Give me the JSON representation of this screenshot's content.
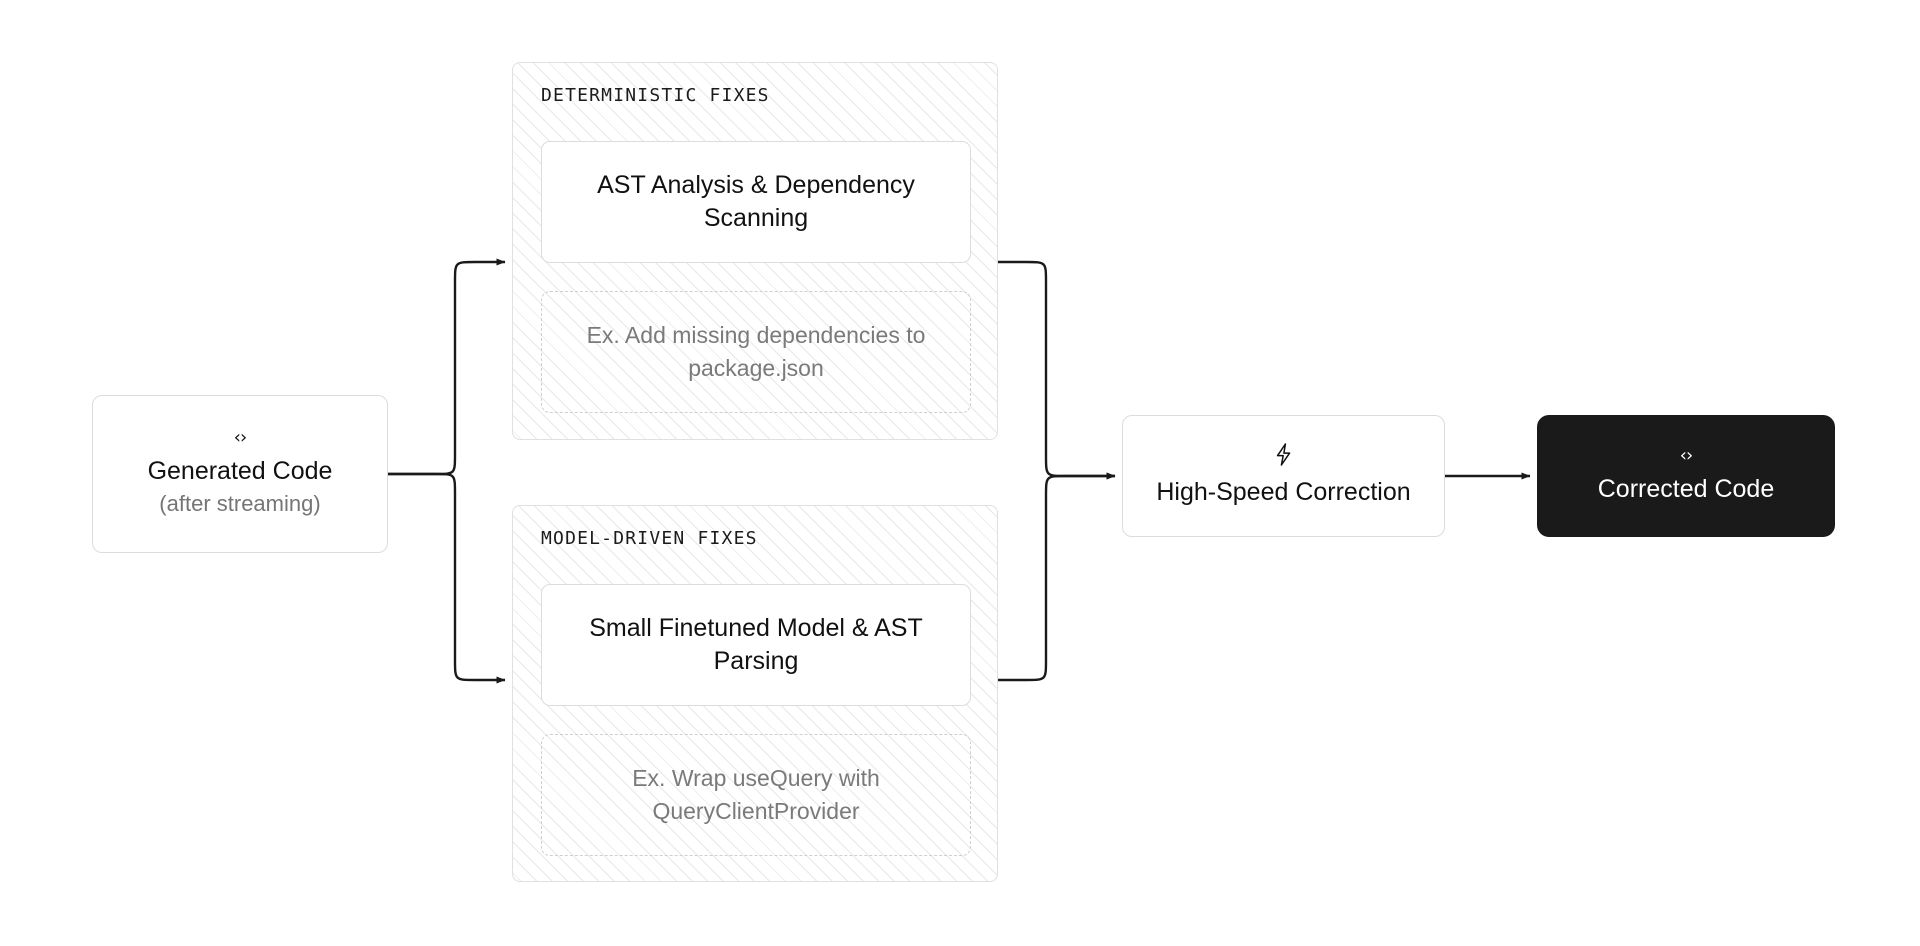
{
  "colors": {
    "background": "#ffffff",
    "node_border": "#dcdcdc",
    "node_text": "#111111",
    "muted_text": "#757575",
    "panel_border": "#e0e0e0",
    "hatch_line": "#e8e8e8",
    "dashed_border": "#cfcfcf",
    "example_text": "#7a7a7a",
    "dark_node_bg": "#1a1a1a",
    "dark_node_text": "#ffffff",
    "edge_stroke": "#1a1a1a"
  },
  "nodes": {
    "generated_code": {
      "icon": "code-icon",
      "icon_glyph": "‹›",
      "title": "Generated Code",
      "subtitle": "(after streaming)"
    },
    "high_speed_correction": {
      "icon": "lightning-bolt-icon",
      "icon_glyph": "⚡",
      "title": "High-Speed Correction"
    },
    "corrected_code": {
      "icon": "code-icon",
      "icon_glyph": "‹›",
      "title": "Corrected Code"
    }
  },
  "panels": [
    {
      "id": "deterministic",
      "title": "DETERMINISTIC FIXES",
      "card": "AST Analysis & Dependency Scanning",
      "example": "Ex. Add missing dependencies to package.json"
    },
    {
      "id": "model",
      "title": "MODEL-DRIVEN FIXES",
      "card": "Small Finetuned Model & AST Parsing",
      "example": "Ex. Wrap useQuery with QueryClientProvider"
    }
  ],
  "edges": [
    {
      "name": "generated-to-deterministic",
      "from": "generated_code",
      "to": "deterministic",
      "arrow": true
    },
    {
      "name": "generated-to-model",
      "from": "generated_code",
      "to": "model",
      "arrow": true
    },
    {
      "name": "deterministic-to-highspeed",
      "from": "deterministic",
      "to": "high_speed_correction",
      "arrow": true
    },
    {
      "name": "model-to-highspeed",
      "from": "model",
      "to": "high_speed_correction",
      "arrow": true
    },
    {
      "name": "highspeed-to-corrected",
      "from": "high_speed_correction",
      "to": "corrected_code",
      "arrow": true
    }
  ]
}
